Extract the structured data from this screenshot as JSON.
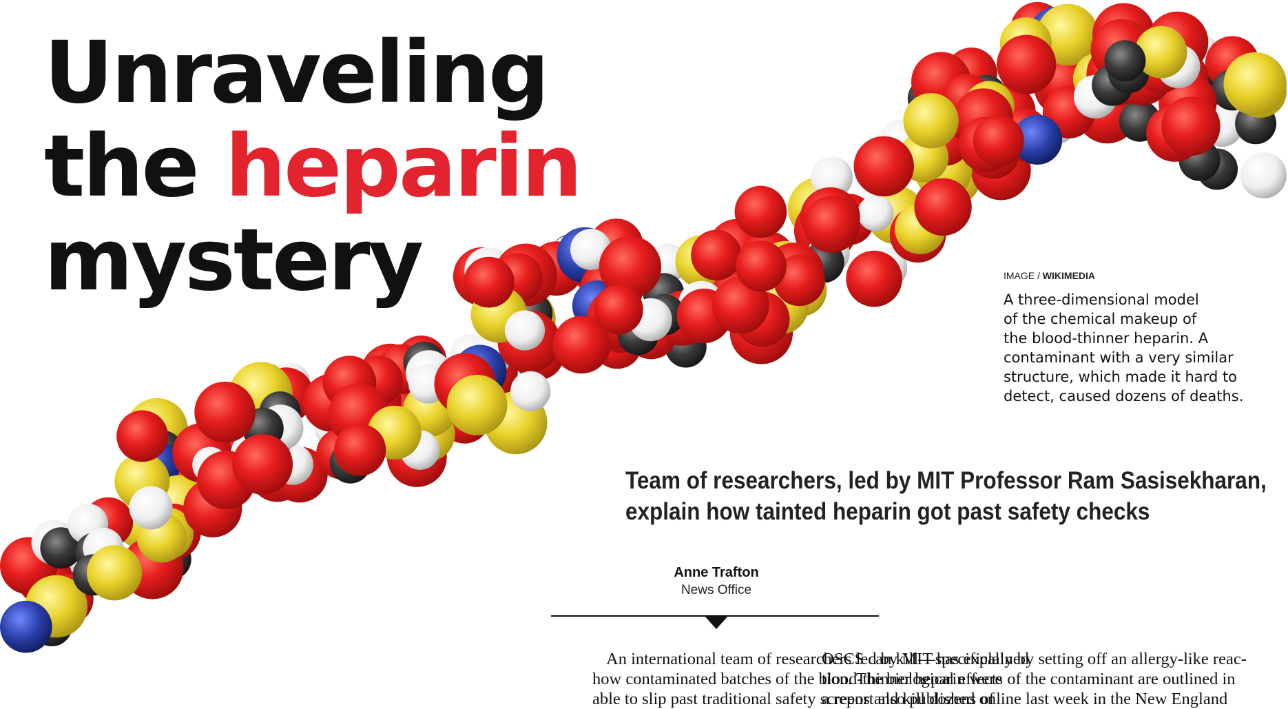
{
  "headline": {
    "line1": "Unraveling",
    "line2_prefix": "the ",
    "line2_accent": "heparin",
    "line3": "mystery"
  },
  "colors": {
    "accent": "#e3232d",
    "oxygen": "#e01b1b",
    "sulfur": "#e8d22a",
    "carbon": "#3a3a3a",
    "hydrogen": "#f2f2f2",
    "nitrogen": "#2a3fa8"
  },
  "image_credit": {
    "prefix": "IMAGE / ",
    "source": "WIKIMEDIA"
  },
  "caption": {
    "lines": [
      "A three-dimensional model",
      "of the chemical makeup of",
      "the blood-thinner heparin. A",
      "contaminant with a very similar",
      "structure, which made it hard to",
      "detect, caused dozens of deaths."
    ]
  },
  "deck": {
    "line1": "Team of researchers, led by MIT Professor Ram Sasisekharan,",
    "line2": "explain how tainted heparin got past safety checks"
  },
  "byline": {
    "author": "Anne Trafton",
    "department": "News Office"
  },
  "body": {
    "column1": [
      "An international team of researchers led by MIT has explained",
      "how contaminated batches of the blood-thinner heparin were",
      "able to slip past traditional safety screens and kill dozens of"
    ],
    "column2": [
      "OSCS can kill—specifically by setting off an allergy-like reac-",
      "tion. The biological effects of the contaminant are outlined in",
      "a report also published online last week in the New England"
    ]
  }
}
